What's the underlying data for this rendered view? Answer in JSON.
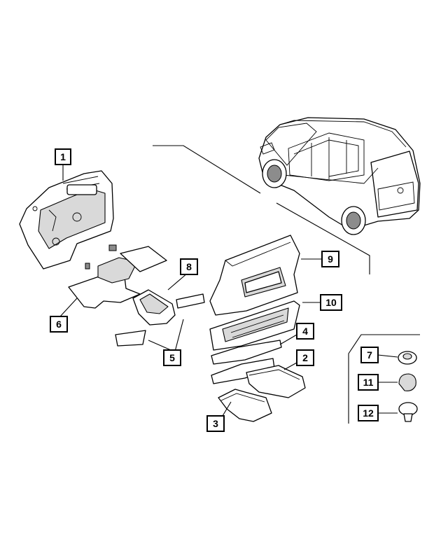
{
  "callouts": [
    {
      "id": "c1",
      "label": "1"
    },
    {
      "id": "c2",
      "label": "2"
    },
    {
      "id": "c3",
      "label": "3"
    },
    {
      "id": "c4",
      "label": "4"
    },
    {
      "id": "c5",
      "label": "5"
    },
    {
      "id": "c6",
      "label": "6"
    },
    {
      "id": "c7",
      "label": "7"
    },
    {
      "id": "c8",
      "label": "8"
    },
    {
      "id": "c9",
      "label": "9"
    },
    {
      "id": "c10",
      "label": "10"
    },
    {
      "id": "c11",
      "label": "11"
    },
    {
      "id": "c12",
      "label": "12"
    }
  ],
  "colors": {
    "line": "#000000",
    "background": "#ffffff",
    "part_shade": "#d9d9d9"
  }
}
